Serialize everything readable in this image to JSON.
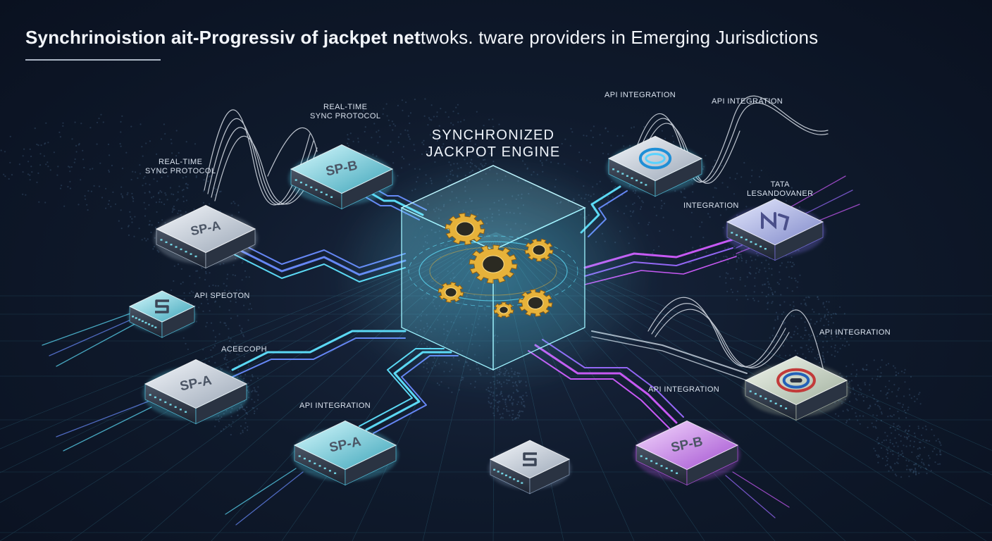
{
  "title": {
    "part1": "Synchrinoistion ait-Progressiv of  jackpet net",
    "part2": "twoks. tware providers in Emerging Jurisdictions"
  },
  "engine": {
    "line1": "SYNCHRONIZED",
    "line2": "JACKPOT ENGINE"
  },
  "labels": {
    "sync_top_1": "REAL-TIME",
    "sync_top_2": "SYNC PROTOCOL",
    "sync_left_1": "REAL-TIME",
    "sync_left_2": "SYNC PROTOCOL",
    "api_top_a": "API INTEGRATION",
    "api_top_b": "API INTEGRATION",
    "tata_1": "TATA",
    "tata_2": "LESANDOVANER",
    "integration_right": "INTEGRATION",
    "api_speoton": "API SPEOTON",
    "aceecoph": "ACEECOPH",
    "api_bottom_left": "API INTEGRATION",
    "api_bottom_right": "API INTEGRATION",
    "api_right": "API INTEGRATION"
  },
  "nodes": {
    "spb_top": "SP-B",
    "spa_left": "SP-A",
    "spa_mid": "SP-A",
    "spa_bottom": "SP-A",
    "spb_bottom": "SP-B"
  },
  "colors": {
    "background": "#0f1a2c",
    "cyan": "#5fe3ff",
    "blue": "#6a8cff",
    "magenta": "#d15cff",
    "gear": "#e6b23a"
  }
}
